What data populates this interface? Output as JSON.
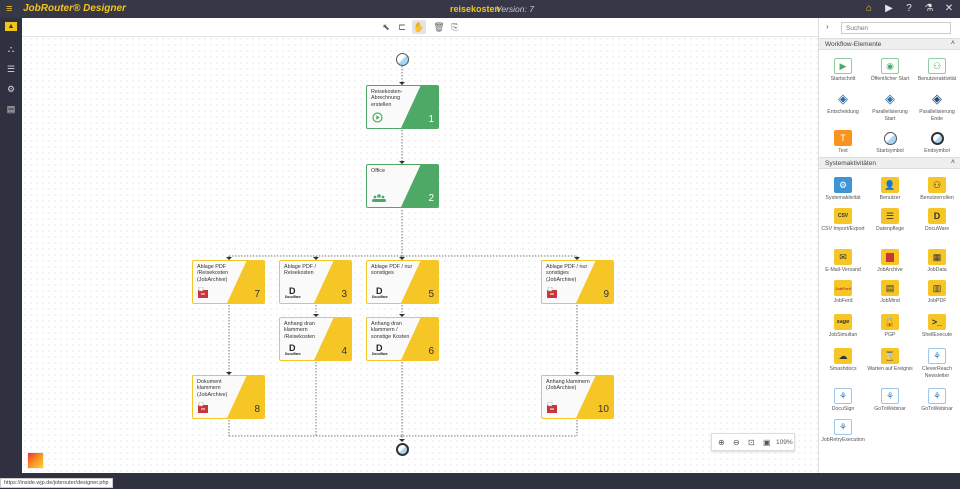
{
  "topbar": {
    "menu_icon": "hamburger-icon",
    "brand": "JobRouter® Designer",
    "process_name": "reisekosten",
    "version": "Version: 7",
    "icons": [
      "home-icon",
      "play-icon",
      "help-icon",
      "flask-icon",
      "close-icon"
    ]
  },
  "leftbar": {
    "icons": [
      "user-icon",
      "hierarchy-icon",
      "database-icon",
      "settings-icon",
      "document-icon"
    ]
  },
  "toolbar": {
    "icons": [
      "select-pointer-icon",
      "connect-icon",
      "hand-pan-icon",
      "delete-icon",
      "export-icon"
    ],
    "active": "hand-pan-icon"
  },
  "canvas": {
    "start_symbol": "Startsymbol",
    "end_symbol": "Endsymbol",
    "nodes": [
      {
        "id": "1",
        "title": "Reisekosten-Abrechnung erstellen",
        "color": "#4fa966",
        "icon": "play-circle-icon"
      },
      {
        "id": "2",
        "title": "Office",
        "color": "#4fa966",
        "icon": "users-icon"
      },
      {
        "id": "7",
        "title": "Ablage PDF /Reisekosten (JobArchive)",
        "color": "#f6c526",
        "icon": "jobarchive-icon"
      },
      {
        "id": "3",
        "title": "Ablage PDF / Reisekosten",
        "color": "#f6c526",
        "icon": "docuware-icon"
      },
      {
        "id": "5",
        "title": "Ablage PDF / nur sonstiges",
        "color": "#f6c526",
        "icon": "docuware-icon"
      },
      {
        "id": "9",
        "title": "Ablage PDF / nur sonstiges (JobArchive)",
        "color": "#f6c526",
        "icon": "jobarchive-icon"
      },
      {
        "id": "4",
        "title": "Anhang dran klammern /Reisekosten",
        "color": "#f6c526",
        "icon": "docuware-icon"
      },
      {
        "id": "6",
        "title": "Anhang dran klammern / sonstige Kosten",
        "color": "#f6c526",
        "icon": "docuware-icon"
      },
      {
        "id": "8",
        "title": "Dokument klammern (JobArchive)",
        "color": "#f6c526",
        "icon": "jobarchive-icon"
      },
      {
        "id": "10",
        "title": "Anhang klammern (JobArchive)",
        "color": "#f6c526",
        "icon": "jobarchive-icon"
      }
    ]
  },
  "zoom": {
    "level": "109%",
    "icons": [
      "zoom-in-icon",
      "zoom-out-icon",
      "fit-screen-icon",
      "actual-size-icon"
    ]
  },
  "panel": {
    "search_placeholder": "Suchen",
    "workflow_section": "Workflow-Elemente",
    "workflow_items": [
      {
        "label": "Startschritt",
        "icon": "play-icon"
      },
      {
        "label": "Öffentlicher Start",
        "icon": "globe-icon"
      },
      {
        "label": "Benutzeraktivität",
        "icon": "users-icon"
      },
      {
        "label": "Entscheidung",
        "icon": "decision-icon"
      },
      {
        "label": "Parallelisierung Start",
        "icon": "parallel-start-icon"
      },
      {
        "label": "Parallelisierung Ende",
        "icon": "parallel-end-icon"
      },
      {
        "label": "Text",
        "icon": "text-icon"
      },
      {
        "label": "Startsymbol",
        "icon": "start-circle-icon"
      },
      {
        "label": "Endsymbol",
        "icon": "end-circle-icon"
      }
    ],
    "system_section": "Systemaktivitäten",
    "system_items": [
      {
        "label": "Systemaktivität",
        "icon": "gears-icon"
      },
      {
        "label": "Benutzer",
        "icon": "user-icon"
      },
      {
        "label": "Benutzerrollen",
        "icon": "user-roles-icon"
      },
      {
        "label": "CSV Import/Export",
        "icon": "csv-icon"
      },
      {
        "label": "Datenpflege",
        "icon": "database-icon"
      },
      {
        "label": "DocuWare",
        "icon": "docuware-icon"
      },
      {
        "label": "E-Mail-Versand",
        "icon": "email-icon"
      },
      {
        "label": "JobArchive",
        "icon": "jobarchive-icon"
      },
      {
        "label": "JobData",
        "icon": "table-icon"
      },
      {
        "label": "JobFerd",
        "icon": "jobferd-icon"
      },
      {
        "label": "JobMind",
        "icon": "jobmind-icon"
      },
      {
        "label": "JobPDF",
        "icon": "pdf-icon"
      },
      {
        "label": "JobSimultan",
        "icon": "sage-icon"
      },
      {
        "label": "PGP",
        "icon": "lock-document-icon"
      },
      {
        "label": "ShellExecute",
        "icon": "terminal-icon"
      },
      {
        "label": "Smashdocs",
        "icon": "smashdocs-icon"
      },
      {
        "label": "Warten auf Ereignis",
        "icon": "hourglass-icon"
      },
      {
        "label": "CleverReach Newsletter",
        "icon": "plugin-icon"
      },
      {
        "label": "DocuSign",
        "icon": "plugin-icon"
      },
      {
        "label": "GoToWebinar",
        "icon": "plugin-icon"
      },
      {
        "label": "GoToWebinar",
        "icon": "plugin-icon"
      },
      {
        "label": "JobRetryExecution",
        "icon": "plugin-icon"
      }
    ]
  },
  "status": {
    "url": "https://inside.wjp.de/jobrouter/designer.php"
  }
}
